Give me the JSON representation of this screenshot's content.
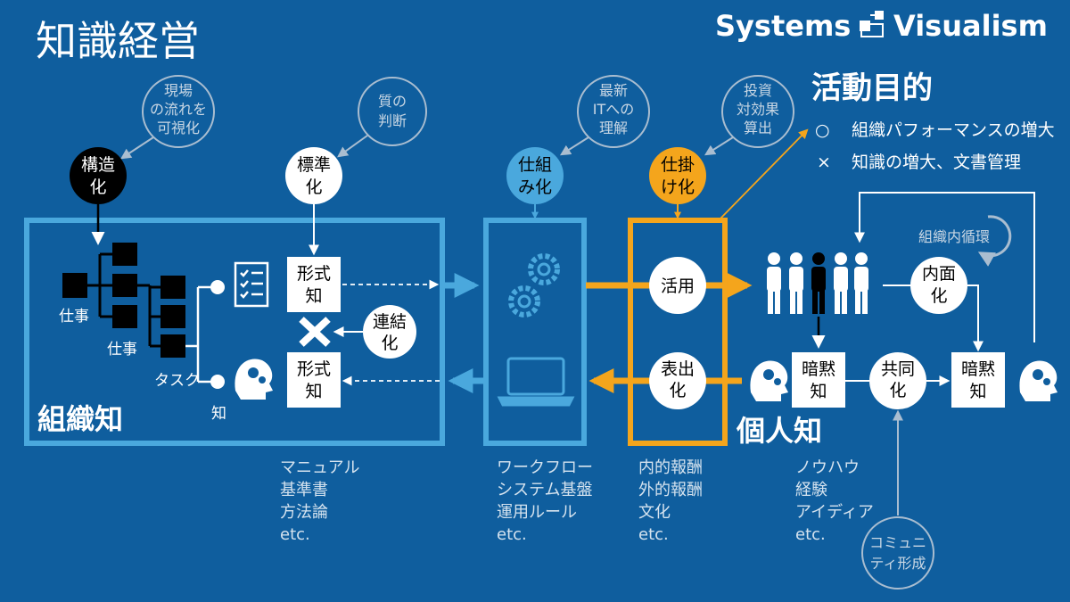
{
  "title": "知識経営",
  "brand": {
    "left": "Systems",
    "right": "Visualism",
    "icon": "flowchart-icon"
  },
  "purpose": {
    "title": "活動目的",
    "items": [
      {
        "mark": "○",
        "text": "組織パフォーマンスの増大"
      },
      {
        "mark": "×",
        "text": "知識の増大、文書管理"
      }
    ]
  },
  "notes": {
    "visualize": [
      "現場",
      "の流れを",
      "可視化"
    ],
    "quality": [
      "質の",
      "判断"
    ],
    "it": [
      "最新",
      "ITへの",
      "理解"
    ],
    "roi": [
      "投資",
      "対効果",
      "算出"
    ],
    "community": [
      "コミュニ",
      "ティ形成"
    ]
  },
  "nodes": {
    "structure": [
      "構造",
      "化"
    ],
    "standard": [
      "標準",
      "化"
    ],
    "mechanism": [
      "仕組",
      "み化"
    ],
    "device": [
      "仕掛",
      "け化"
    ],
    "link": [
      "連結",
      "化"
    ],
    "utilize": [
      "活用"
    ],
    "express": [
      "表出",
      "化"
    ],
    "internalize": [
      "内面",
      "化"
    ],
    "socialize": [
      "共同",
      "化"
    ]
  },
  "boxes": {
    "formal_top": [
      "形式",
      "知"
    ],
    "formal_bottom": [
      "形式",
      "知"
    ],
    "tacit_left": [
      "暗黙",
      "知"
    ],
    "tacit_right": [
      "暗黙",
      "知"
    ]
  },
  "org": {
    "work1": "仕事",
    "work2": "仕事",
    "task": "タスク",
    "knowledge": "知"
  },
  "sections": {
    "org_knowledge": "組織知",
    "personal_knowledge": "個人知"
  },
  "loop_label": "組織内循環",
  "lists": {
    "org": [
      "マニュアル",
      "基準書",
      "方法論",
      "etc."
    ],
    "system": [
      "ワークフロー",
      "システム基盤",
      "運用ルール",
      "etc."
    ],
    "reward": [
      "内的報酬",
      "外的報酬",
      "文化",
      "etc."
    ],
    "personal": [
      "ノウハウ",
      "経験",
      "アイディア",
      "etc."
    ]
  },
  "colors": {
    "background": "#0f5e9e",
    "light_blue": "#4aa8dd",
    "orange": "#f4a51c",
    "white": "#ffffff",
    "black": "#000000",
    "note_gray": "#a9bdd0"
  }
}
